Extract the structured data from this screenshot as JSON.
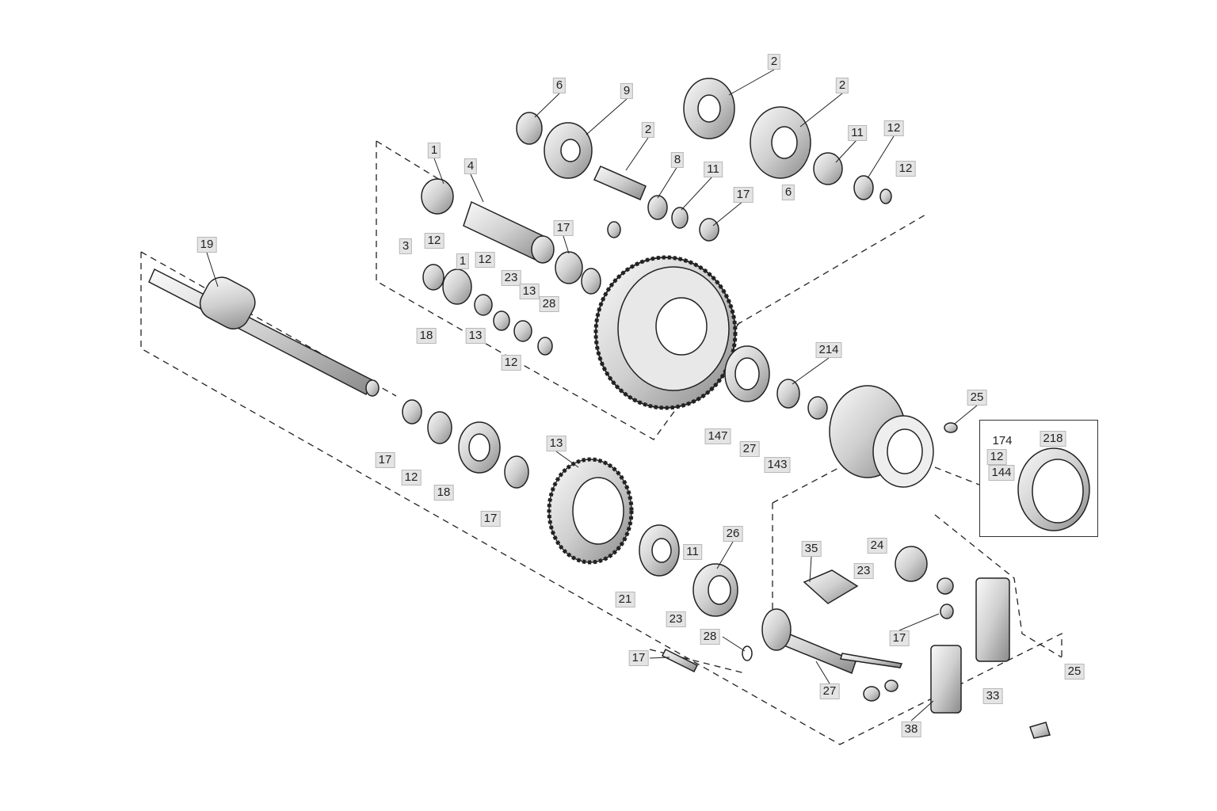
{
  "diagram": {
    "type": "exploded-parts-view",
    "part_labels": [
      "1",
      "4",
      "6",
      "9",
      "2",
      "8",
      "11",
      "17",
      "2",
      "2",
      "11",
      "12",
      "12",
      "6",
      "19",
      "12",
      "3",
      "1",
      "12",
      "17",
      "23",
      "13",
      "28",
      "18",
      "13",
      "12",
      "214",
      "25",
      "147",
      "27",
      "143",
      "17",
      "12",
      "18",
      "17",
      "13",
      "26",
      "11",
      "21",
      "23",
      "35",
      "24",
      "23",
      "28",
      "17",
      "17",
      "25",
      "27",
      "33",
      "38"
    ],
    "inset_labels": [
      "174",
      "218",
      "12",
      "144"
    ]
  }
}
